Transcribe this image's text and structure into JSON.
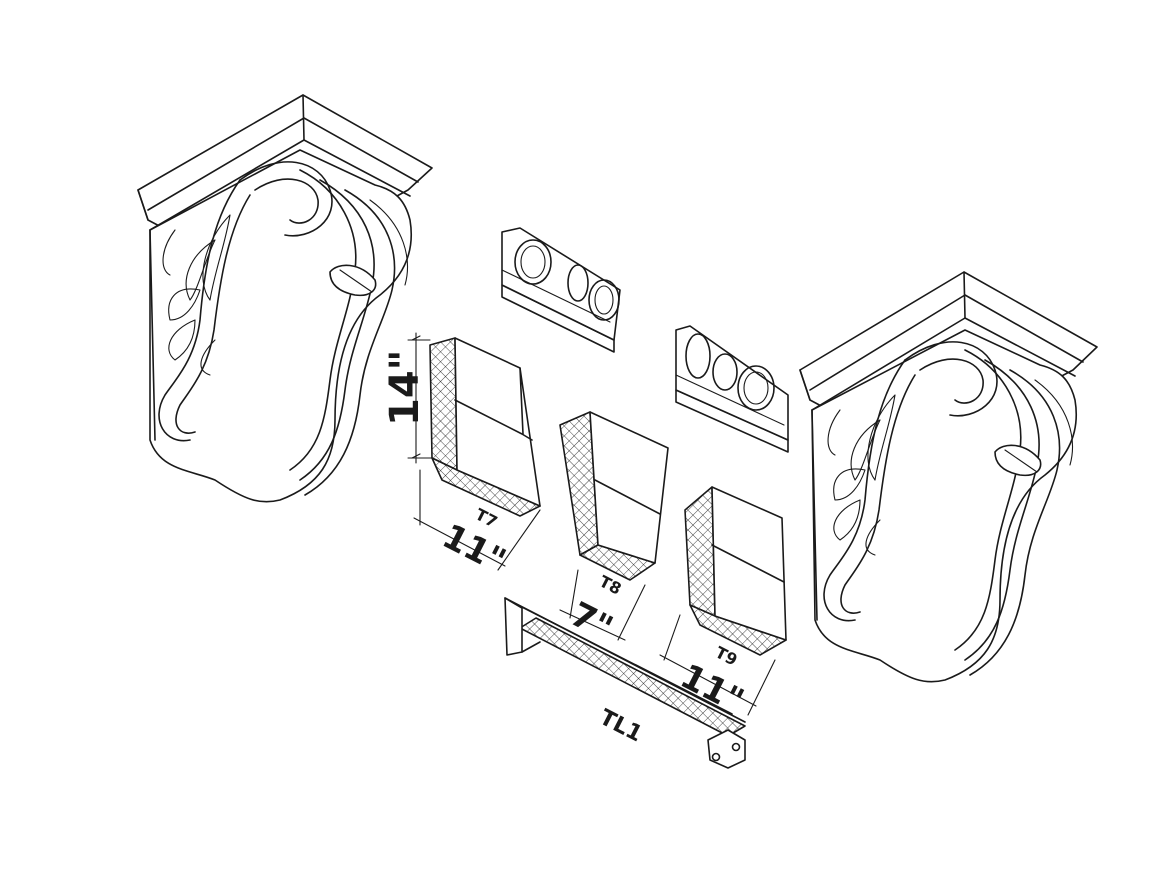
{
  "labels": {
    "height_dim": "14\"",
    "t7_tag": "T7",
    "t7_width": "11\"",
    "t8_tag": "T8",
    "t8_width": "7\"",
    "t9_tag": "T9",
    "t9_width": "11\"",
    "tl1_tag": "TL1"
  }
}
